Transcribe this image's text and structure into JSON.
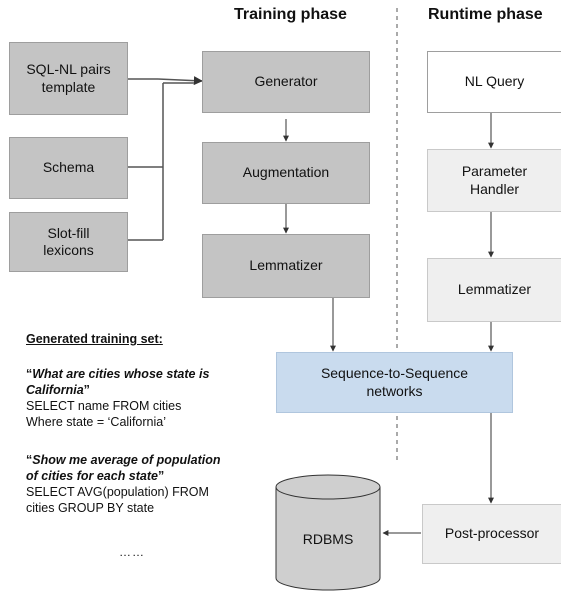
{
  "phases": {
    "training": "Training phase",
    "runtime": "Runtime phase"
  },
  "inputs": {
    "sql_nl": "SQL-NL pairs template",
    "schema": "Schema",
    "slot_fill": "Slot-fill lexicons"
  },
  "training_steps": {
    "generator": "Generator",
    "augmentation": "Augmentation",
    "lemmatizer": "Lemmatizer"
  },
  "runtime_steps": {
    "nl_query": "NL Query",
    "parameter_handler": "Parameter Handler",
    "lemmatizer": "Lemmatizer",
    "post_processor": "Post-processor"
  },
  "shared": {
    "seq2seq": "Sequence-to-Sequence networks",
    "rdbms": "RDBMS"
  },
  "training_set": {
    "heading": "Generated training set:",
    "example1": {
      "q_open": "“",
      "q_text": "What are cities whose state is California",
      "q_close": "”",
      "sql_1": "SELECT name FROM cities",
      "sql_2": "Where state = ‘California’"
    },
    "example2": {
      "q_open": "“",
      "q_text": "Show me average of population of cities for each state",
      "q_close": "”",
      "sql_1": "SELECT AVG(population) FROM",
      "sql_2": "cities GROUP BY state"
    },
    "ellipsis": "……"
  },
  "colors": {
    "training_box": "#c4c4c4",
    "runtime_box": "#efefef",
    "seq2seq_box": "#c9dbee",
    "rdbms": "#cfcfcf"
  }
}
